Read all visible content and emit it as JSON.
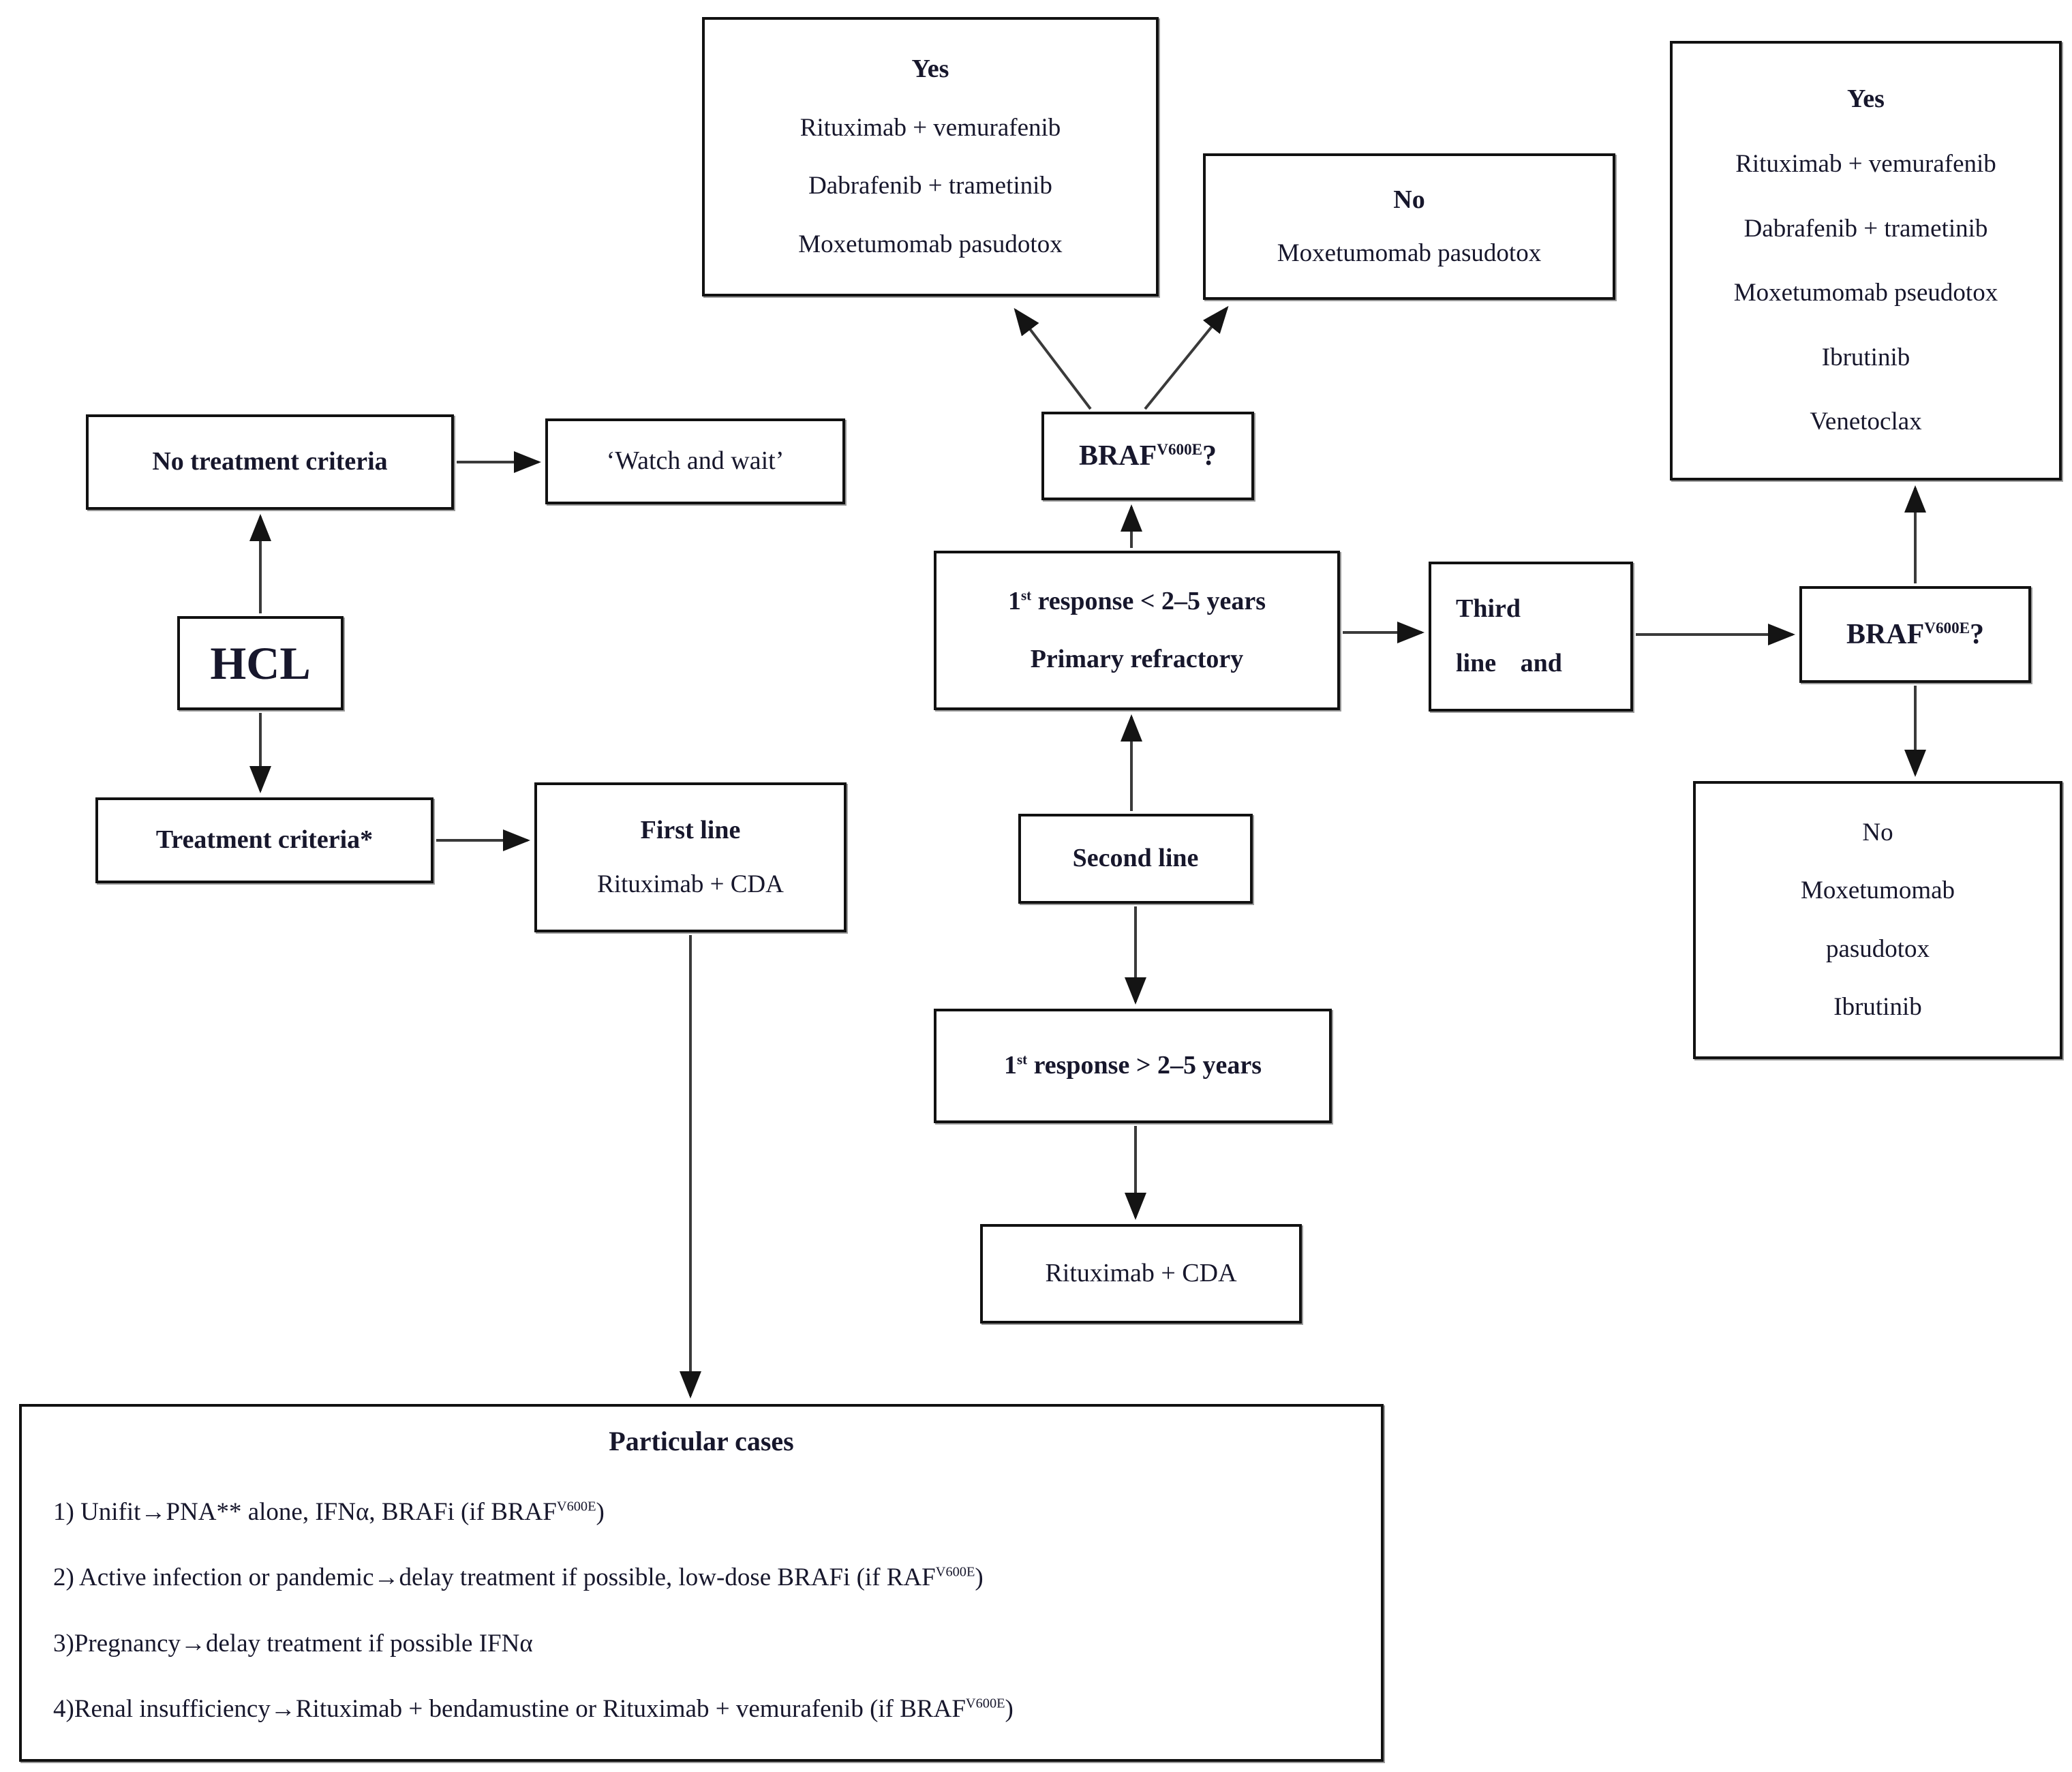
{
  "diagram_title": "HCL treatment algorithm flowchart",
  "boxes": {
    "hcl": {
      "label": "HCL"
    },
    "no_treatment": {
      "label": "No treatment criteria"
    },
    "watch_wait": {
      "label": "‘Watch and wait’"
    },
    "treatment_criteria": {
      "label": "Treatment criteria*"
    },
    "first_line": {
      "title": "First line",
      "line": "Rituximab + CDA"
    },
    "top_yes": {
      "title": "Yes",
      "lines": [
        "Rituximab + vemurafenib",
        "Dabrafenib + trametinib",
        "Moxetumomab pasudotox"
      ]
    },
    "top_no": {
      "title": "No",
      "lines": [
        "Moxetumomab pasudotox"
      ]
    },
    "braf_center": {
      "base": "BRAF",
      "sup": "V600E",
      "suffix": "?"
    },
    "resp_lt": {
      "num": "1",
      "sup": "st",
      "rest": " response < 2–5 years",
      "line2": "Primary refractory"
    },
    "second_line": {
      "label": "Second line"
    },
    "resp_gt": {
      "num": "1",
      "sup": "st",
      "rest": " response > 2–5 years"
    },
    "rituximab_cda": {
      "label": "Rituximab + CDA"
    },
    "third_line": {
      "line1": "Third",
      "line2": "line and"
    },
    "braf_right": {
      "base": "BRAF",
      "sup": "V600E",
      "suffix": "?"
    },
    "right_yes": {
      "title": "Yes",
      "lines": [
        "Rituximab + vemurafenib",
        "Dabrafenib + trametinib",
        "Moxetumomab pseudotox",
        "Ibrutinib",
        "Venetoclax"
      ]
    },
    "right_no": {
      "lines": [
        "No",
        "Moxetumomab",
        "pasudotox",
        "Ibrutinib"
      ]
    },
    "particular": {
      "title": "Particular cases",
      "items": [
        {
          "pre": "1) Unifit→PNA** alone, IFNα, BRAFi (if BRAF",
          "sup": "V600E",
          "post": ")"
        },
        {
          "pre": "2) Active infection or pandemic→delay treatment if possible, low-dose BRAFi (if RAF",
          "sup": "V600E",
          "post": ")"
        },
        {
          "pre": "3)Pregnancy→delay treatment if possible IFNα",
          "sup": "",
          "post": ""
        },
        {
          "pre": "4)Renal insufficiency→Rituximab + bendamustine or Rituximab + vemurafenib (if BRAF",
          "sup": "V600E",
          "post": ")"
        }
      ]
    }
  },
  "colors": {
    "background": "#ffffff",
    "text": "#17172c",
    "box_border": "#111111",
    "arrow_line": "#3a3a3a",
    "arrow_head": "#141414"
  }
}
